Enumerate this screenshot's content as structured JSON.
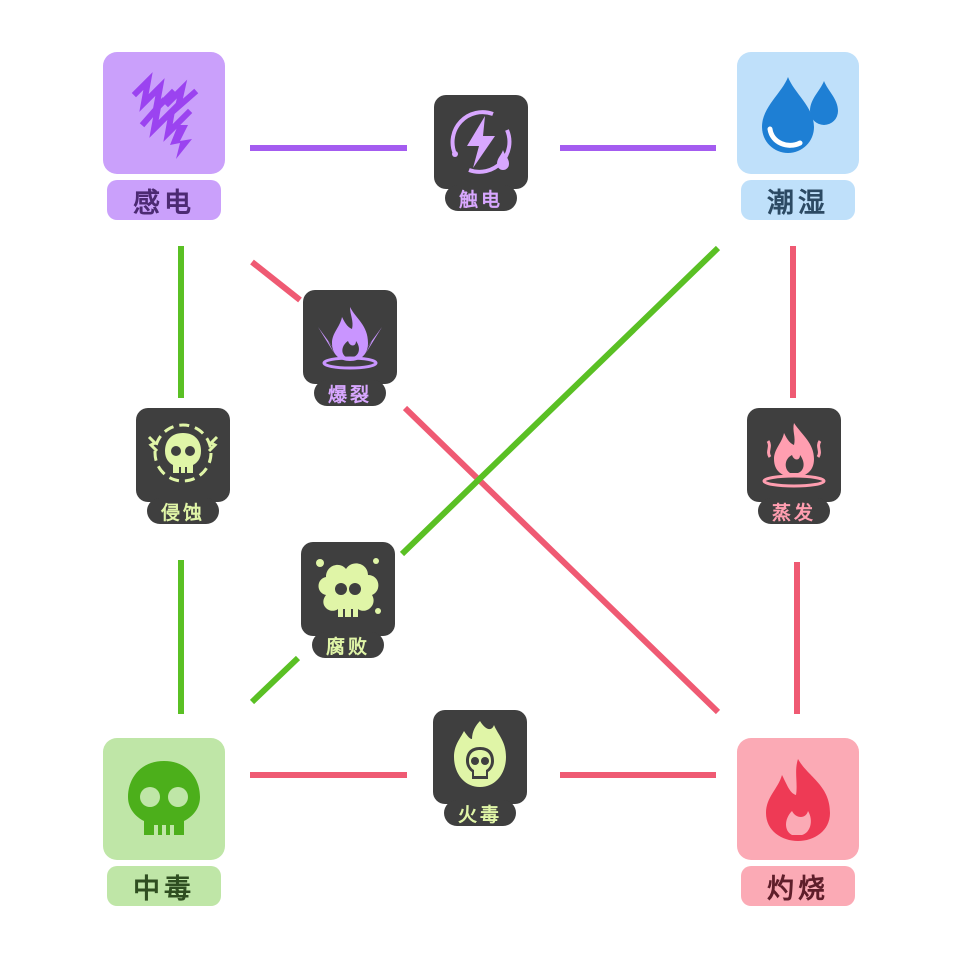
{
  "colors": {
    "electric": "#a45cf0",
    "moisture": "#6fb6ea",
    "fire": "#ef5a73",
    "poison": "#5ac024",
    "tile_dark": "#3f3f3f"
  },
  "states": {
    "electrified": {
      "label": "感电",
      "icon": "lightning-bolts-icon",
      "tile_color": "#caa0fb",
      "label_bg": "#caa0fb",
      "label_color": "#4c2a72",
      "glyph_color": "#9b43f0"
    },
    "wet": {
      "label": "潮湿",
      "icon": "water-drops-icon",
      "tile_color": "#bfe0fa",
      "label_bg": "#bfe0fa",
      "label_color": "#2c4a63",
      "glyph_color": "#1e7fd4"
    },
    "poisoned": {
      "label": "中毒",
      "icon": "skull-icon",
      "tile_color": "#bfe6a7",
      "label_bg": "#bfe6a7",
      "label_color": "#2f4e21",
      "glyph_color": "#4caf1b"
    },
    "burning": {
      "label": "灼烧",
      "icon": "flame-icon",
      "tile_color": "#fbaab5",
      "label_bg": "#fbaab5",
      "label_color": "#5e1e2a",
      "glyph_color": "#ee3a55"
    }
  },
  "reactions": {
    "shock": {
      "label": "触电",
      "icon": "bolt-ring-drop-icon",
      "glyph_color": "#d8a7ff",
      "text_color": "#d8a7ff"
    },
    "explosion": {
      "label": "爆裂",
      "icon": "purple-fire-burst-icon",
      "glyph_color": "#c995ff",
      "text_color": "#d8a7ff"
    },
    "evaporation": {
      "label": "蒸发",
      "icon": "steam-flame-icon",
      "glyph_color": "#ff9eb0",
      "text_color": "#ff9eb0"
    },
    "erosion": {
      "label": "侵蚀",
      "icon": "electric-skull-icon",
      "glyph_color": "#e0f5a7",
      "text_color": "#e0f5a7"
    },
    "decay": {
      "label": "腐败",
      "icon": "toxic-cloud-skull-icon",
      "glyph_color": "#e0f5a7",
      "text_color": "#e0f5a7"
    },
    "fire_poison": {
      "label": "火毒",
      "icon": "flaming-skull-icon",
      "glyph_color": "#e0f5a7",
      "text_color": "#e0f5a7"
    }
  }
}
